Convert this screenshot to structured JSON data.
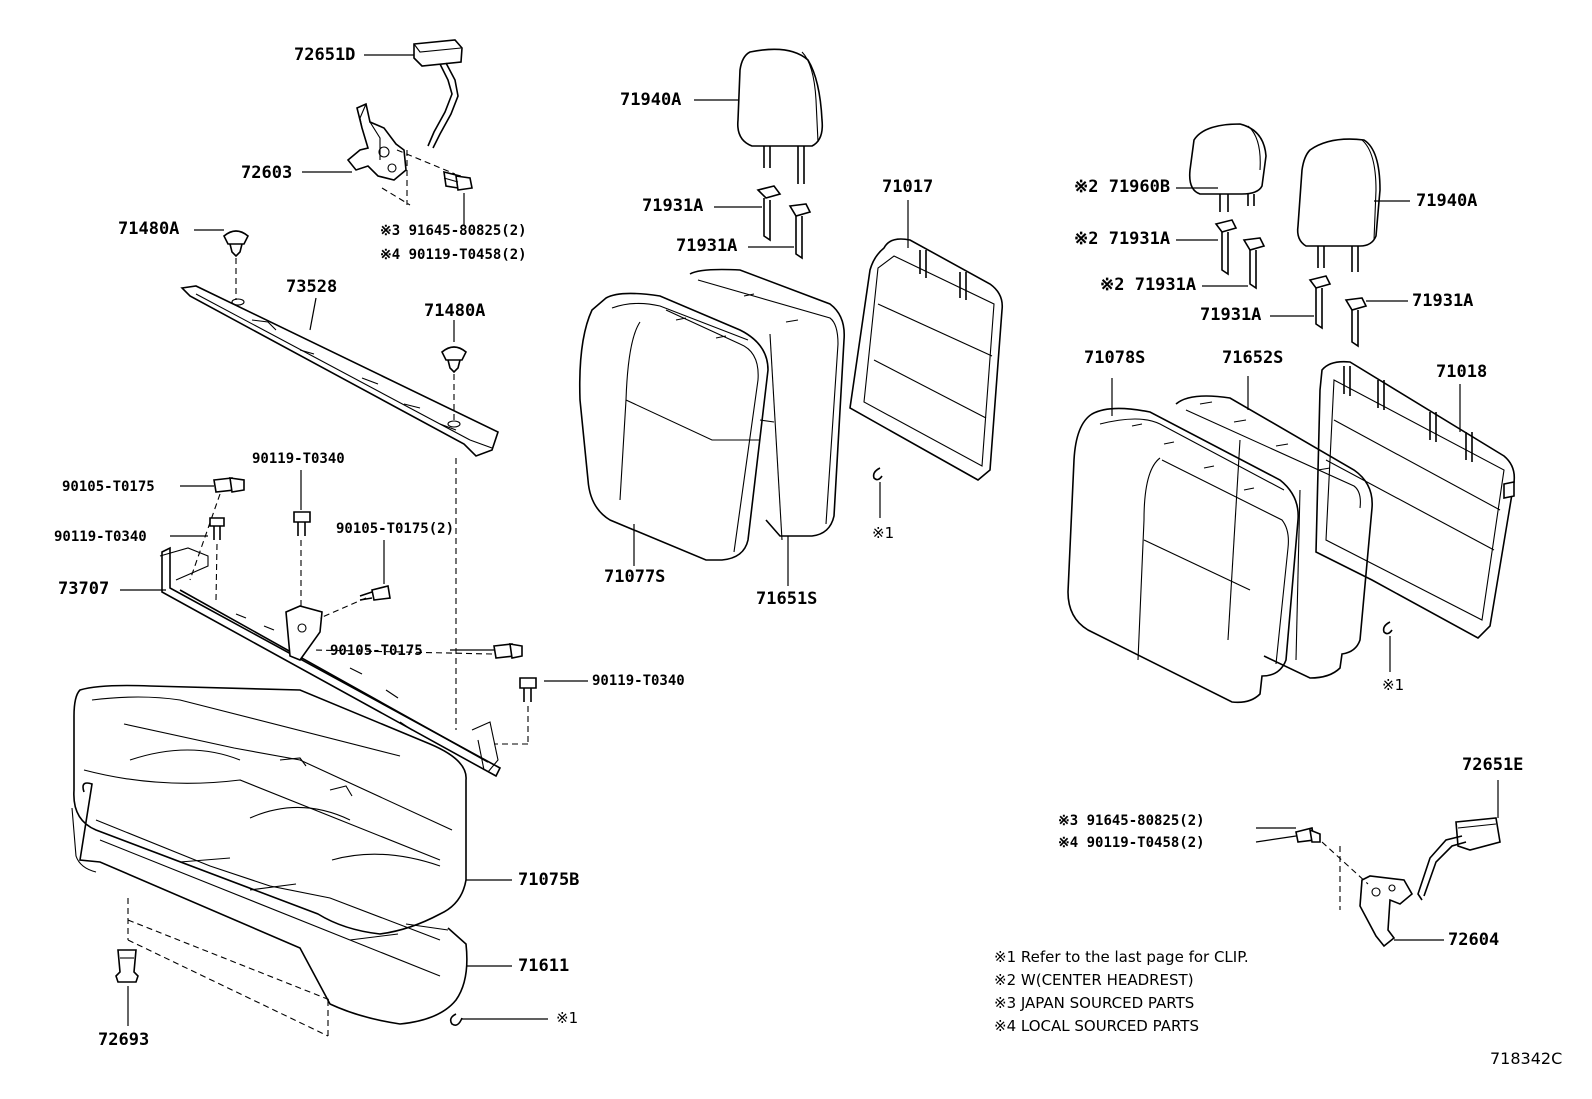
{
  "diagram_id": "718342C",
  "parts": {
    "p72651D": "72651D",
    "p72603": "72603",
    "p71480A_left": "71480A",
    "p91645_top": "※3 91645-80825(2)",
    "p90119T0458_top": "※4 90119-T0458(2)",
    "p73528": "73528",
    "p71480A_mid": "71480A",
    "p90105T0175_a": "90105-T0175",
    "p90119T0340_a": "90119-T0340",
    "p90119T0340_b": "90119-T0340",
    "p90105T0175_2": "90105-T0175(2)",
    "p73707": "73707",
    "p90105T0175_b": "90105-T0175",
    "p90119T0340_c": "90119-T0340",
    "p71075B": "71075B",
    "p71611": "71611",
    "p72693": "72693",
    "p_clip_bottom": "※1",
    "p71940A_left": "71940A",
    "p71931A_l1": "71931A",
    "p71931A_l2": "71931A",
    "p71017": "71017",
    "p_clip_mid": "※1",
    "p71077S": "71077S",
    "p71651S": "71651S",
    "p71960B": "※2 71960B",
    "p71940A_right": "71940A",
    "p71931A_r1": "※2 71931A",
    "p71931A_r2": "※2 71931A",
    "p71931A_r3": "71931A",
    "p71931A_r4": "71931A",
    "p71078S": "71078S",
    "p71652S": "71652S",
    "p71018": "71018",
    "p_clip_right": "※1",
    "p72651E": "72651E",
    "p91645_bottom": "※3 91645-80825(2)",
    "p90119T0458_bottom": "※4 90119-T0458(2)",
    "p72604": "72604"
  },
  "notes": [
    "※1 Refer to the last page for CLIP.",
    "※2 W(CENTER  HEADREST)",
    "※3  JAPAN SOURCED PARTS",
    "※4  LOCAL SOURCED PARTS"
  ]
}
